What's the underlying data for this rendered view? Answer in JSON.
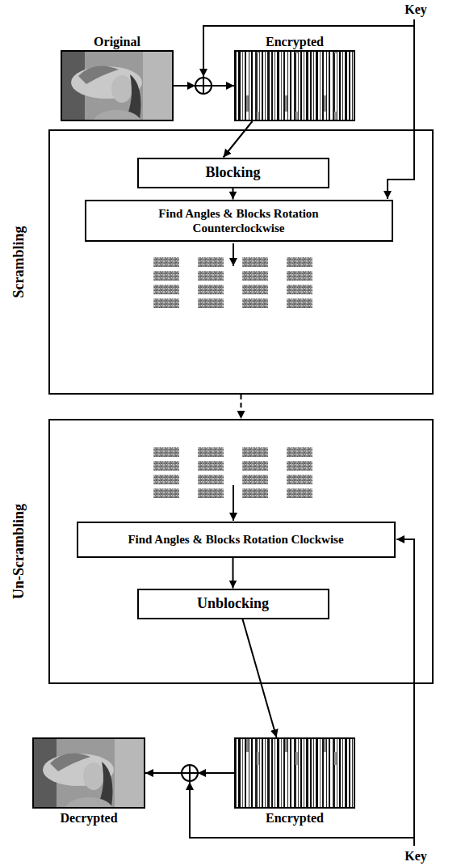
{
  "diagram": {
    "nodes": [
      {
        "text": [
          "Original"
        ]
      },
      {
        "text": [
          "Encrypted"
        ]
      },
      {
        "text": [
          "Scrambling"
        ]
      },
      {
        "text": [
          "Blocking"
        ],
        "in": 2
      },
      {
        "text": [
          "Find Angles & Blocks Rotation Counterclockwise"
        ],
        "in": 2
      },
      {
        "text": [
          "Un-Scrambling"
        ]
      },
      {
        "text": [
          "Find Angles & Blocks Rotation Clockwise"
        ],
        "in": 5
      },
      {
        "text": [
          "Unblocking"
        ],
        "in": 5
      },
      {
        "text": [
          "Encrypted"
        ]
      },
      {
        "text": [
          "Decrypted"
        ]
      }
    ],
    "edges": [
      {
        "from": 0,
        "to": 1,
        "arrow": "to"
      },
      {
        "from": 1,
        "to": 3,
        "arrow": "to"
      },
      {
        "from": 3,
        "to": 4,
        "arrow": "to"
      },
      {
        "from": 2,
        "to": 5,
        "arrow": "to"
      },
      {
        "from": 6,
        "to": 7,
        "arrow": "to"
      },
      {
        "from": 7,
        "to": 8,
        "arrow": "to"
      },
      {
        "from": 8,
        "to": 9,
        "arrow": "to"
      }
    ],
    "labels": [
      "Key",
      "Key"
    ]
  }
}
